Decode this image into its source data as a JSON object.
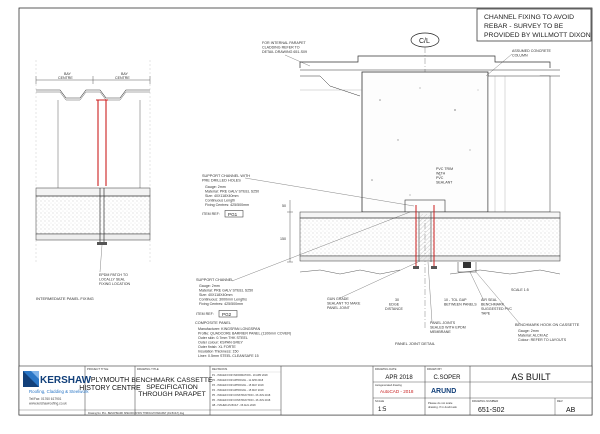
{
  "note_box": {
    "lines": [
      "CHANNEL FIXING TO AVOID",
      "REBAR - SURVEY TO BE",
      "PROVIDED BY WILLMOTT DIXON"
    ]
  },
  "centreline": "C/L",
  "left_detail": {
    "bay_left": "BAY\nCENTRE",
    "bay_right": "BAY\nCENTRE",
    "epdm_note": [
      "EPDM PATCH TO",
      "LOCALLY SEAL",
      "FIXING LOCATION"
    ],
    "title": "INTERMEDIATE PANEL FIXING"
  },
  "notes": {
    "internal_parapet": [
      "FOR INTERNAL PARAPET",
      "CLADDING REFER TO",
      "DETAIL DRAWING 651-S09"
    ],
    "rc_column": [
      "ASSUMED CONCRETE",
      "COLUMN"
    ],
    "support_drilled": {
      "title": [
        "SUPPORT CHANNEL WITH",
        "PRE DRILLED HOLES"
      ],
      "items": [
        "Gauge: 2mm",
        "Material: PRE GALV STEEL S250",
        "Size: 40X118X40mm",
        "Continuous Length",
        "Fixing Centres: 425/500mm"
      ],
      "ref": "ITEM REF:",
      "ref_code": "PG1"
    },
    "support_channel": {
      "title": "SUPPORT CHANNEL",
      "items": [
        "Gauge: 2mm",
        "Material: PRE GALV STEEL S250",
        "Size: 40X118X40mm",
        "Continuous: 3000mm Lengths",
        "Fixing Centres: 425/500mm"
      ],
      "ref": "ITEM REF:",
      "ref_code": "PG2"
    },
    "composite": {
      "title": "COMPOSITE PANEL",
      "items": [
        "Manufacturer: KINGSPAN LONGSPAN",
        "Profile: QUADCORE BARRIER PANEL (1100mm COVER)",
        "Outer skin: 0.7mm THK STEEL",
        "Outer colour: KSPAN GREY",
        "Outer finish: XL FORTE",
        "Insulation Thickness: 150",
        "Liner: 0.5mm STEEL CLEANSAFE 15"
      ]
    },
    "pvc_trim": [
      "PVC TRIM",
      "WITH",
      "PVC",
      "SEALANT"
    ],
    "gun_grade": [
      "GUN GRADE",
      "SEALANT TO MAKE",
      "PANEL JOINT"
    ],
    "edge_dist": [
      "30",
      "EDGE",
      "DISTANCE"
    ],
    "joints_sealed": [
      "PANEL JOINTS",
      "SEALED WITH EPDM",
      "MEMBRANE"
    ],
    "gap": [
      "10 - TOL GAP",
      "BETWEEN PANELS"
    ],
    "air_seal": [
      "AIR SEAL",
      "BENCHMARK",
      "SUGGESTED PVC",
      "TAPE"
    ],
    "scale": "SCALE 1:5",
    "panel_joint": "PANEL JOINT DETAIL",
    "hook": {
      "title": "BENCHMARK HOOK ON CASSETTE",
      "items": [
        "Gauge: 2mm",
        "Material: ALCM AZ",
        "Colour: REFER TO LAYOUTS"
      ]
    },
    "dim_150": "150",
    "dim_50": "50"
  },
  "title_block": {
    "company": "KERSHAW",
    "company_sub": "Roofing, Cladding & Steelwork",
    "company_contact": [
      "Tel/Fax: 01760 617901",
      "www.kershawroofing.co.uk"
    ],
    "project_label": "PROJECT TITLE",
    "project": [
      "PLYMOUTH",
      "HISTORY CENTRE"
    ],
    "drawing_label": "DRAWING TITLE",
    "drawing": [
      "BENCHMARK CASSETTE",
      "SPECIFICATION",
      "THROUGH PARAPET"
    ],
    "revisions_label": "REVISIONS",
    "revisions": [
      "P1 - ISSUED FOR INFORMATION - 19 APR 2018",
      "P2 - ISSUED FOR APPROVAL - 11 APR 2018",
      "P3 - ISSUED FOR APPROVAL - 15 MAY 2018",
      "P4 - ISSUED FOR APPROVAL - 15 MAY 2018",
      "P5 - ISSUED FOR CONSTRUCTION - 06 JUN 2018",
      "P6 - ISSUED FOR CONSTRUCTION - 26 JUN 2018",
      "AB - ISSUED AS BUILT - 06 AUG 2018"
    ],
    "date_label": "DRAWING DATE",
    "date": "APR 2018",
    "drawn_label": "DRAWN BY",
    "drawn": "C.SOPER",
    "status": "AS BUILT",
    "software_label": "Autogenerated drawing",
    "software": "AutoCAD - 2018",
    "logo": "ARUND",
    "scale_label": "SCALE",
    "scale": "1:5",
    "no_scale": [
      "Please do not scale",
      "drawing. If in doubt ask"
    ],
    "number_label": "DRAWING NUMBER",
    "number": "651-S02",
    "rev_label": "REV",
    "rev": "AB",
    "footer": "Drawing No: 651 - BENCHMARK SPECIFICATION THROUGH PARAPET (AS BUILT) dwg"
  },
  "colors": {
    "accent_red": "#cc1f1f",
    "logo_blue": "#2a76c6",
    "logo_dark": "#12407a",
    "autocad_red": "#c82020",
    "line": "#333333"
  }
}
